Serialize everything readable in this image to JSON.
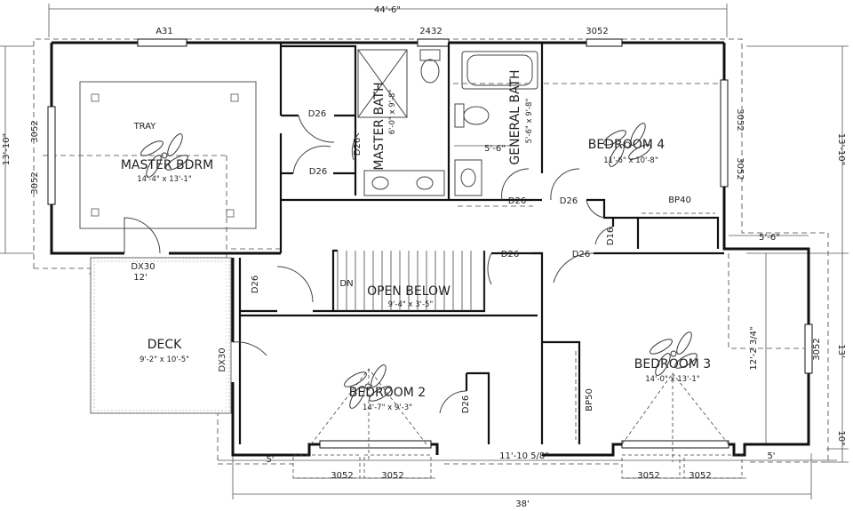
{
  "overall": {
    "top_width": "44'-6\"",
    "bottom_width": "38'",
    "left_height": "13'-10\"",
    "right_upper_height": "13'-10\"",
    "right_lower_height": "13'",
    "right_bottom": "10\""
  },
  "windows": {
    "top_a": "A31",
    "top_b": "2432",
    "top_c": "3052",
    "left_a": "3052",
    "left_b": "3052",
    "bed4_a": "3052",
    "bed4_b": "3052",
    "bed3_right": "3052",
    "bed2_a": "3052",
    "bed2_b": "3052",
    "bed3_a": "3052",
    "bed3_b": "3052"
  },
  "rooms": {
    "master": {
      "name": "MASTER BDRM",
      "size": "14'-4\" x 13'-1\"",
      "tray": "TRAY"
    },
    "master_bath": {
      "name": "MASTER BATH",
      "size": "6'-0\" x 9'-8\""
    },
    "general_bath": {
      "name": "GENERAL BATH",
      "size": "5'-6\" x 9'-8\"",
      "inner_dim": "5'-6\""
    },
    "bedroom4": {
      "name": "BEDROOM 4",
      "size": "11'-6\" x 10'-8\""
    },
    "open_below": {
      "name": "OPEN BELOW",
      "size": "9'-4\" x 3'-5\""
    },
    "deck": {
      "name": "DECK",
      "size": "9'-2\" x 10'-5\""
    },
    "bedroom2": {
      "name": "BEDROOM 2",
      "size": "14'-7\" x 9'-3\""
    },
    "bedroom3": {
      "name": "BEDROOM 3",
      "size": "14'-0\" x 13'-1\"",
      "inner_dim": "12'-2 3/4\""
    }
  },
  "doors": {
    "d1": "D26",
    "d2": "D26",
    "d3": "D26",
    "d4": "D26",
    "d5": "D26",
    "d6": "D26",
    "d7": "D26",
    "d8": "D26",
    "d9": "D26",
    "d16": "D16",
    "dx30a": "DX30",
    "dx30b": "DX30"
  },
  "closets": {
    "bp40": "BP40",
    "bp50": "BP50"
  },
  "stair": {
    "dn": "DN"
  },
  "dims": {
    "deck_width": "12'",
    "five_a": "5'",
    "five_b": "5'",
    "five_six_right": "5'-6\"",
    "middle_bottom": "11'-10 5/8\""
  }
}
